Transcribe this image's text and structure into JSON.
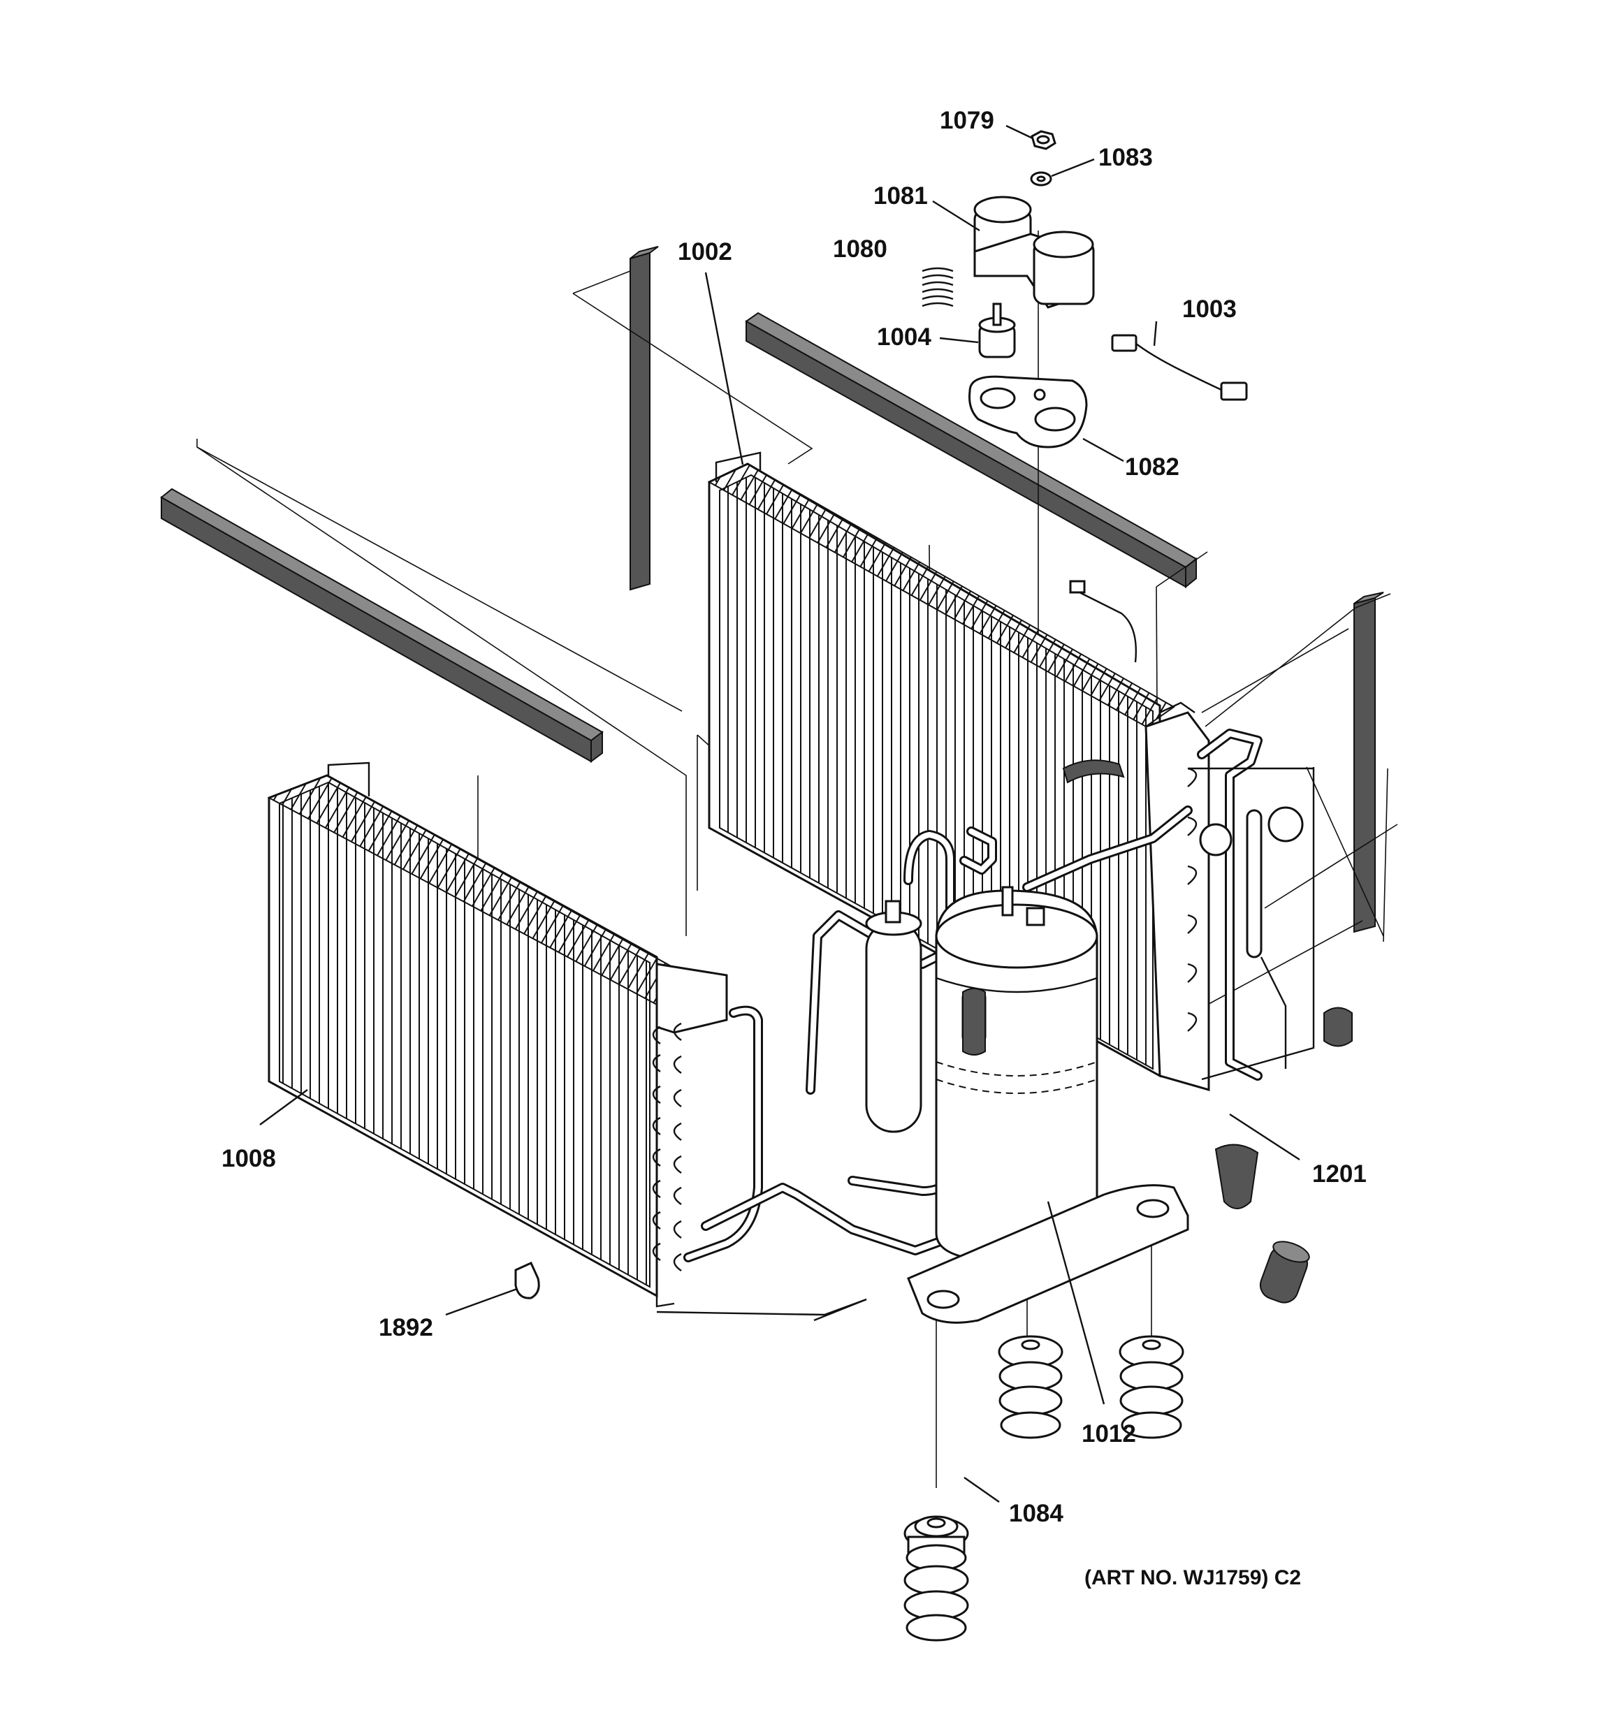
{
  "labels": {
    "p1079": "1079",
    "p1083": "1083",
    "p1081": "1081",
    "p1002": "1002",
    "p1080": "1080",
    "p1003": "1003",
    "p1004": "1004",
    "p1082": "1082",
    "p1008": "1008",
    "p1201": "1201",
    "p1892": "1892",
    "p1012": "1012",
    "p1084": "1084"
  },
  "art_number": "(ART NO. WJ1759) C2"
}
